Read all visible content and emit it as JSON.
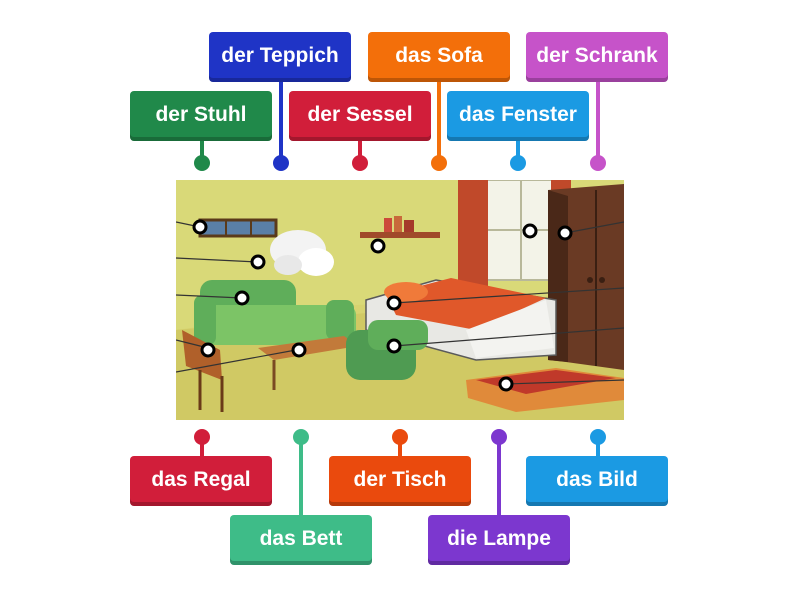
{
  "colors": {
    "green": "#20894a",
    "blue": "#1f34c6",
    "red": "#d11e3a",
    "orange": "#f36f0a",
    "lightblue": "#1b9ae3",
    "purple": "#c653c9",
    "crimson": "#d11e3a",
    "teal": "#3ebc88",
    "redorange": "#ea4a0d",
    "violet": "#7c37cf",
    "skyblue": "#1b9ae3"
  },
  "labels_top": [
    {
      "text": "der Stuhl"
    },
    {
      "text": "der Teppich"
    },
    {
      "text": "der Sessel"
    },
    {
      "text": "das Sofa"
    },
    {
      "text": "das Fenster"
    },
    {
      "text": "der Schrank"
    }
  ],
  "labels_bottom": [
    {
      "text": "das Regal"
    },
    {
      "text": "das Bett"
    },
    {
      "text": "der Tisch"
    },
    {
      "text": "die Lampe"
    },
    {
      "text": "das Bild"
    }
  ],
  "scene": {
    "description_icon": "bedroom-illustration",
    "markers_count": 11
  }
}
